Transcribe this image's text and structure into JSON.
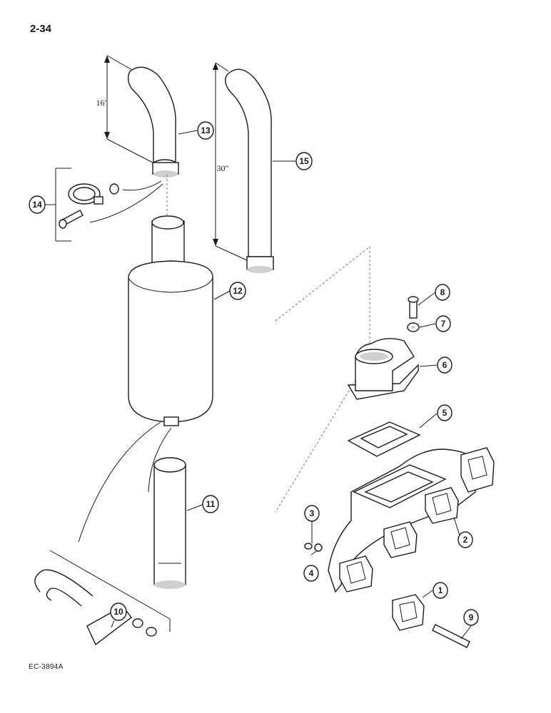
{
  "page_number": "2-34",
  "reference_code": "EC-3894A",
  "dimensions": {
    "pipe_13_length": "16\"",
    "pipe_15_length": "30\""
  },
  "callouts": {
    "c1": "1",
    "c2": "2",
    "c3": "3",
    "c4": "4",
    "c5": "5",
    "c6": "6",
    "c7": "7",
    "c8": "8",
    "c9": "9",
    "c10": "10",
    "c11": "11",
    "c12": "12",
    "c13": "13",
    "c14": "14",
    "c15": "15"
  }
}
